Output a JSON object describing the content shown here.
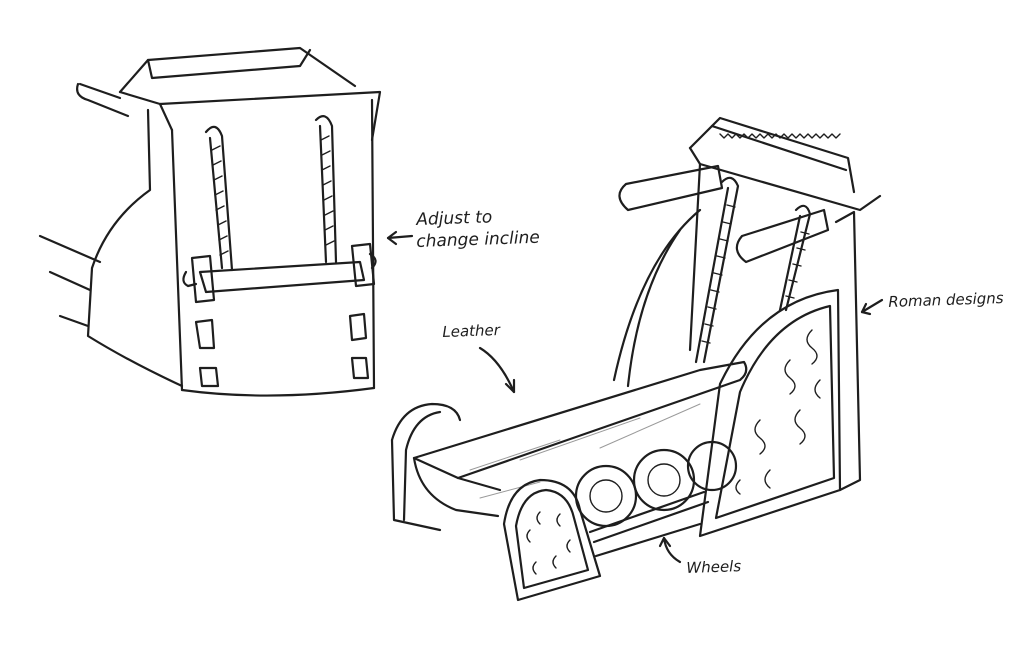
{
  "annotations": {
    "incline_line1": "Adjust to",
    "incline_line2": "change incline",
    "roman": "Roman designs",
    "leather": "Leather",
    "wheels": "Wheels"
  },
  "colors": {
    "ink": "#1e1e1e",
    "paper": "#ffffff"
  }
}
